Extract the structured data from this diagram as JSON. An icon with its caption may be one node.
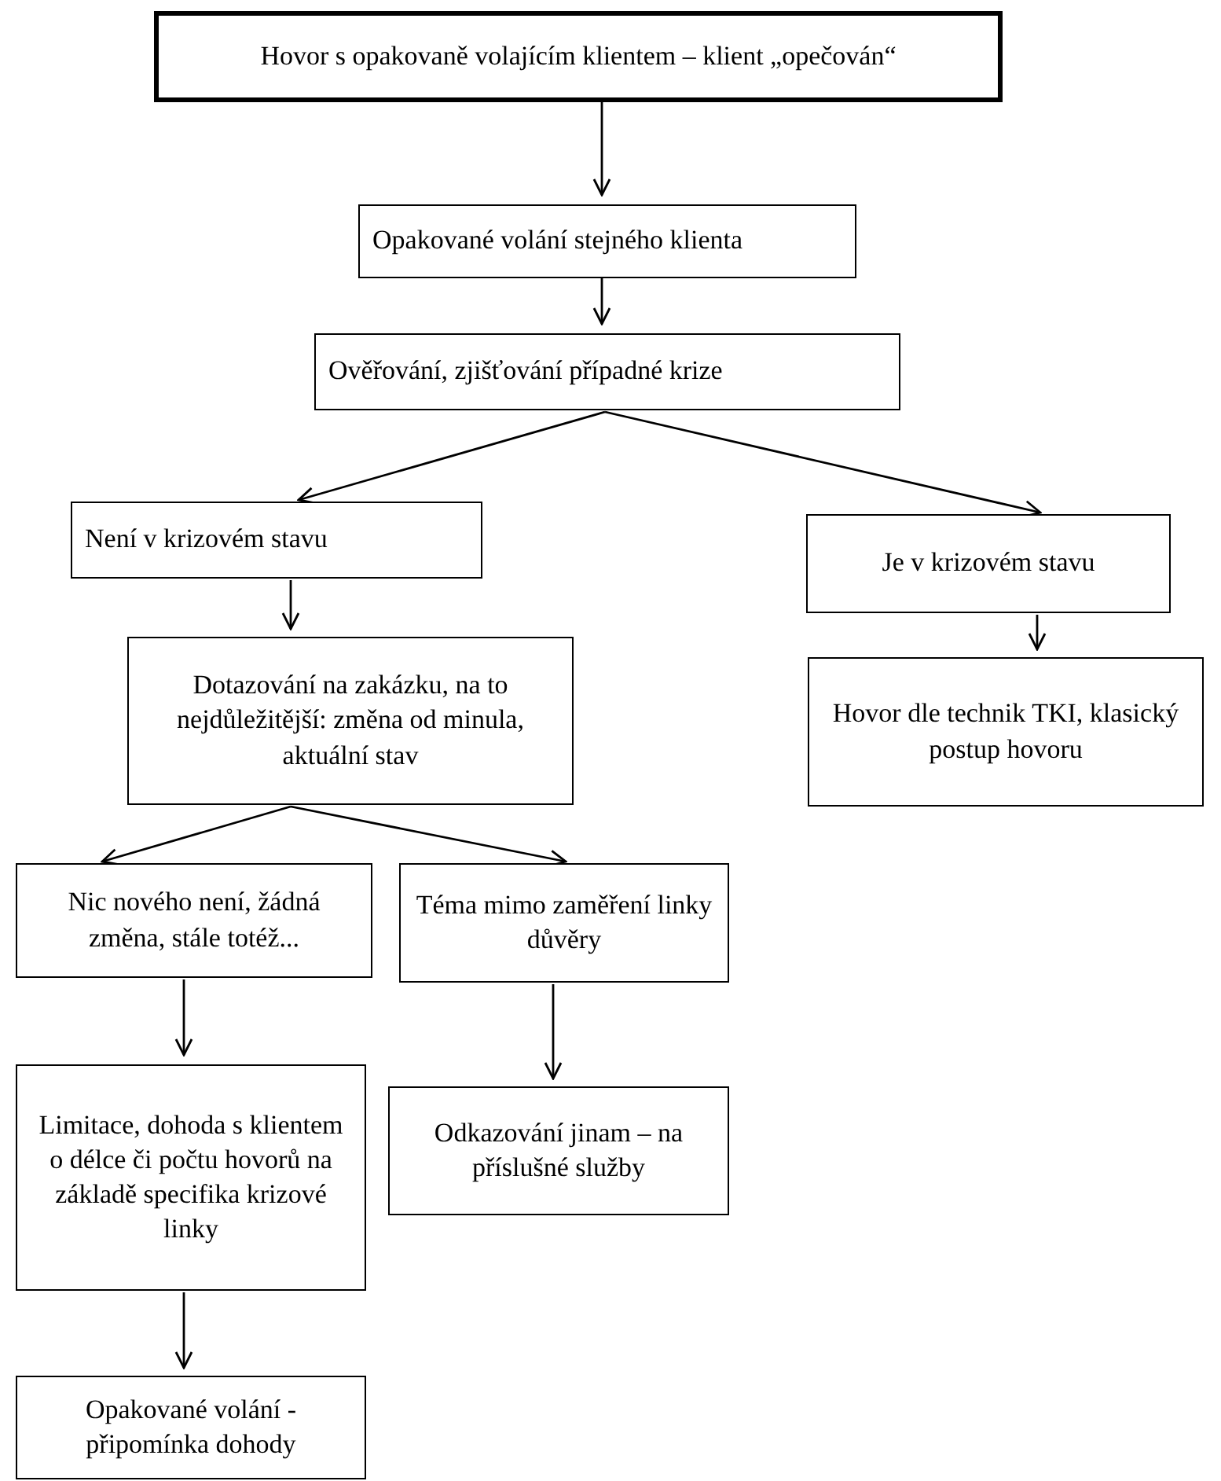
{
  "diagram": {
    "nodes": [
      {
        "text": [
          "Hovor s opakovaně volajícím klientem – klient „opečován“"
        ]
      },
      {
        "text": [
          "Opakované volání stejného klienta"
        ]
      },
      {
        "text": [
          "Ověřování, zjišťování případné krize"
        ]
      },
      {
        "text": [
          "Není v krizovém stavu"
        ]
      },
      {
        "text": [
          "Je v krizovém stavu"
        ]
      },
      {
        "text": [
          "Dotazování na zakázku, na to nejdůležitější: změna od minula, aktuální stav"
        ]
      },
      {
        "text": [
          "Hovor dle technik TKI, klasický postup hovoru"
        ]
      },
      {
        "text": [
          "Nic nového není, žádná změna, stále totéž..."
        ]
      },
      {
        "text": [
          "Téma mimo zaměření linky důvěry"
        ]
      },
      {
        "text": [
          "Limitace, dohoda s klientem o délce či počtu hovorů na základě specifika krizové linky"
        ]
      },
      {
        "text": [
          "Odkazování jinam – na příslušné služby"
        ]
      },
      {
        "text": [
          "Opakované volání - připomínka dohody"
        ]
      }
    ],
    "edges": [
      {
        "from": 0,
        "to": 1,
        "arrow": "to"
      },
      {
        "from": 1,
        "to": 2,
        "arrow": "to"
      },
      {
        "from": 2,
        "to": 3,
        "arrow": "to"
      },
      {
        "from": 2,
        "to": 4,
        "arrow": "to"
      },
      {
        "from": 3,
        "to": 5,
        "arrow": "to"
      },
      {
        "from": 4,
        "to": 6,
        "arrow": "to"
      },
      {
        "from": 5,
        "to": 7,
        "arrow": "to"
      },
      {
        "from": 5,
        "to": 8,
        "arrow": "to"
      },
      {
        "from": 7,
        "to": 9,
        "arrow": "to"
      },
      {
        "from": 8,
        "to": 10,
        "arrow": "to"
      },
      {
        "from": 9,
        "to": 11,
        "arrow": "to"
      }
    ]
  }
}
